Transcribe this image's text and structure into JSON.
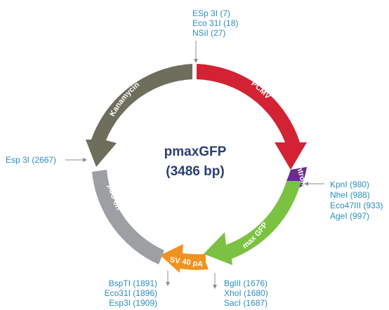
{
  "plasmid": {
    "name": "pmaxGFP",
    "size_label": "(3486 bp)"
  },
  "segments": {
    "pcmv": "PCMV",
    "intron": "Intron",
    "maxgfp": "max GFP",
    "sv40pa": "SV 40 pA",
    "puc_ori": "puC ori",
    "kanamycin": "Kanamycin"
  },
  "colors": {
    "pcmv": "#d32233",
    "intron": "#6a2d87",
    "maxgfp": "#7cc242",
    "sv40pa": "#f0921e",
    "puc_ori": "#9d9fa2",
    "kanamycin": "#6e6e5c",
    "site_text": "#2a8fc0",
    "center_text": "#2a3f73"
  },
  "sites": {
    "top": [
      "ESp 3I (7)",
      "Eco 31I (18)",
      "NSiI (27)"
    ],
    "left": [
      "Esp 3I (2667)"
    ],
    "right": [
      "KpnI (980)",
      "NheI (988)",
      "Eco47III (933)",
      "AgeI (997)"
    ],
    "bottom_left": [
      "BspTI (1891)",
      "Eco31I (1896)",
      "Esp3I (1909)"
    ],
    "bottom_right": [
      "BglII (1676)",
      "XhoI (1680)",
      "SacI (1687)"
    ]
  }
}
